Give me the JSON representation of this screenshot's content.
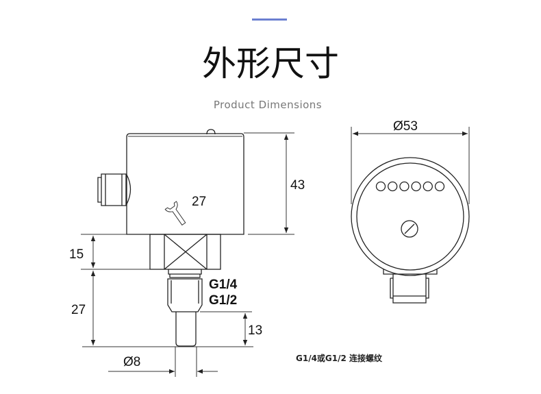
{
  "header": {
    "title": "外形尺寸",
    "subtitle": "Product Dimensions",
    "accent_color": "#6b7fd1"
  },
  "side_view": {
    "height_body": "43",
    "wrench_size": "27",
    "hex_height": "15",
    "thread_length": "27",
    "probe_length": "13",
    "probe_diameter": "Ø8",
    "thread_1": "G1/4",
    "thread_2": "G1/2"
  },
  "front_view": {
    "diameter": "Ø53",
    "led_count": 6
  },
  "note": "G1/4或G1/2 连接螺纹"
}
